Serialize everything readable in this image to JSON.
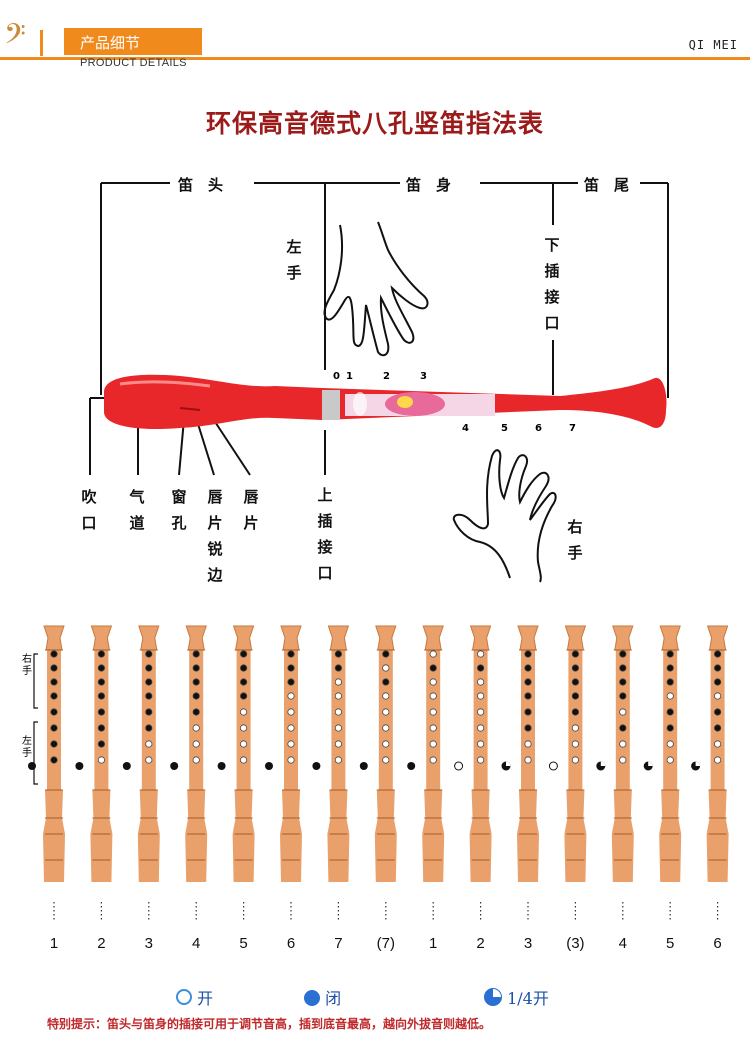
{
  "header": {
    "tab_label": "产品细节",
    "tab_sub": "PRODUCT DETAILS",
    "brand": "QI MEI",
    "logo_icon": "bass-clef-icon",
    "accent": "#f08a1c"
  },
  "title": "环保高音德式八孔竖笛指法表",
  "diagram": {
    "sections": {
      "head": "笛　头",
      "body": "笛　身",
      "tail": "笛　尾"
    },
    "left_hand": "左\n手",
    "right_hand": "右\n手",
    "lower_joint": "下\n插\n接\n口",
    "upper_joint": "上\n插\n接\n口",
    "parts": [
      "吹\n口",
      "气\n道",
      "窗\n孔",
      "唇\n片\n锐\n边",
      "唇\n片"
    ],
    "hole_numbers_top": [
      "0",
      "1",
      "2",
      "3"
    ],
    "hole_numbers_bottom": [
      "4",
      "5",
      "6",
      "7"
    ],
    "recorder_color": "#e8272b"
  },
  "fingering": {
    "side_labels": [
      "右手",
      "左手"
    ],
    "notes": [
      "1",
      "2",
      "3",
      "4",
      "5",
      "6",
      "7",
      "(7)",
      "1",
      "2",
      "3",
      "(3)",
      "4",
      "5",
      "6"
    ],
    "thumb_states": [
      "closed",
      "closed",
      "closed",
      "closed",
      "closed",
      "closed",
      "closed",
      "closed",
      "closed",
      "open",
      "quarter",
      "open",
      "quarter",
      "quarter",
      "quarter"
    ],
    "holes": [
      [
        "c",
        "c",
        "c",
        "c",
        "c",
        "c",
        "c",
        "c"
      ],
      [
        "c",
        "c",
        "c",
        "c",
        "c",
        "c",
        "c",
        "o"
      ],
      [
        "c",
        "c",
        "c",
        "c",
        "c",
        "c",
        "o",
        "o"
      ],
      [
        "c",
        "c",
        "c",
        "c",
        "c",
        "o",
        "o",
        "o"
      ],
      [
        "c",
        "c",
        "c",
        "c",
        "o",
        "o",
        "o",
        "o"
      ],
      [
        "c",
        "c",
        "c",
        "o",
        "o",
        "o",
        "o",
        "o"
      ],
      [
        "c",
        "c",
        "o",
        "o",
        "o",
        "o",
        "o",
        "o"
      ],
      [
        "c",
        "o",
        "c",
        "o",
        "o",
        "o",
        "o",
        "o"
      ],
      [
        "o",
        "c",
        "o",
        "o",
        "o",
        "o",
        "o",
        "o"
      ],
      [
        "o",
        "c",
        "o",
        "o",
        "o",
        "o",
        "o",
        "o"
      ],
      [
        "c",
        "c",
        "c",
        "c",
        "c",
        "c",
        "o",
        "o"
      ],
      [
        "c",
        "c",
        "c",
        "c",
        "c",
        "o",
        "o",
        "o"
      ],
      [
        "c",
        "c",
        "c",
        "c",
        "o",
        "c",
        "o",
        "o"
      ],
      [
        "c",
        "c",
        "c",
        "o",
        "c",
        "c",
        "o",
        "o"
      ],
      [
        "c",
        "c",
        "c",
        "o",
        "c",
        "c",
        "o",
        "o"
      ]
    ],
    "wood_color": "#e9a06a"
  },
  "legend": {
    "open": "开",
    "closed": "闭",
    "quarter": "1/4开",
    "open_icon": "open-circle-icon",
    "closed_icon": "filled-circle-icon",
    "quarter_icon": "quarter-open-icon"
  },
  "note": "特别提示：笛头与笛身的插接可用于调节音高，插到底音最高，越向外拔音则越低。"
}
